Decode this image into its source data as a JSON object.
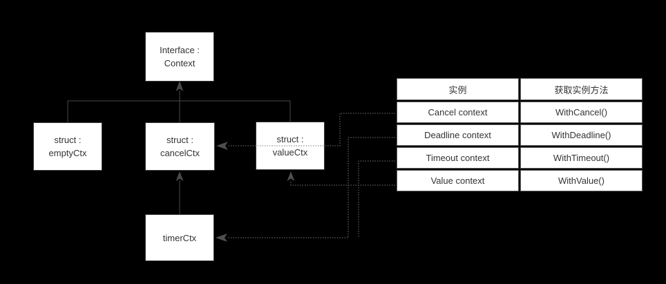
{
  "diagram": {
    "nodes": {
      "interface": {
        "line1": "Interface :",
        "line2": "Context"
      },
      "empty": {
        "line1": "struct :",
        "line2": "emptyCtx"
      },
      "cancel": {
        "line1": "struct :",
        "line2": "cancelCtx"
      },
      "value": {
        "line1": "struct :",
        "line2": "valueCtx"
      },
      "timer": {
        "line1": "timerCtx"
      }
    },
    "edges": [
      {
        "from": "emptyCtx",
        "to": "Interface : Context",
        "style": "solid"
      },
      {
        "from": "cancelCtx",
        "to": "Interface : Context",
        "style": "solid"
      },
      {
        "from": "valueCtx",
        "to": "Interface : Context",
        "style": "solid"
      },
      {
        "from": "timerCtx",
        "to": "cancelCtx",
        "style": "solid"
      },
      {
        "from": "Cancel context",
        "to": "cancelCtx",
        "style": "dotted"
      },
      {
        "from": "Deadline context",
        "to": "timerCtx",
        "style": "dotted"
      },
      {
        "from": "Timeout context",
        "to": "timerCtx",
        "style": "dotted"
      },
      {
        "from": "Value context",
        "to": "valueCtx",
        "style": "dotted"
      }
    ]
  },
  "table": {
    "headers": [
      "实例",
      "获取实例方法"
    ],
    "rows": [
      {
        "instance": "Cancel context",
        "method": "WithCancel()"
      },
      {
        "instance": "Deadline context",
        "method": "WithDeadline()"
      },
      {
        "instance": "Timeout context",
        "method": "WithTimeout()"
      },
      {
        "instance": "Value context",
        "method": "WithValue()"
      }
    ]
  },
  "colors": {
    "background": "#000000",
    "node_fill": "#ffffff",
    "node_border": "#383838",
    "text": "#333333",
    "solid_line": "#4a4a4a",
    "dotted_line": "#787878",
    "arrowhead": "#4f4f4f",
    "table_border": "#5a5a5a"
  }
}
